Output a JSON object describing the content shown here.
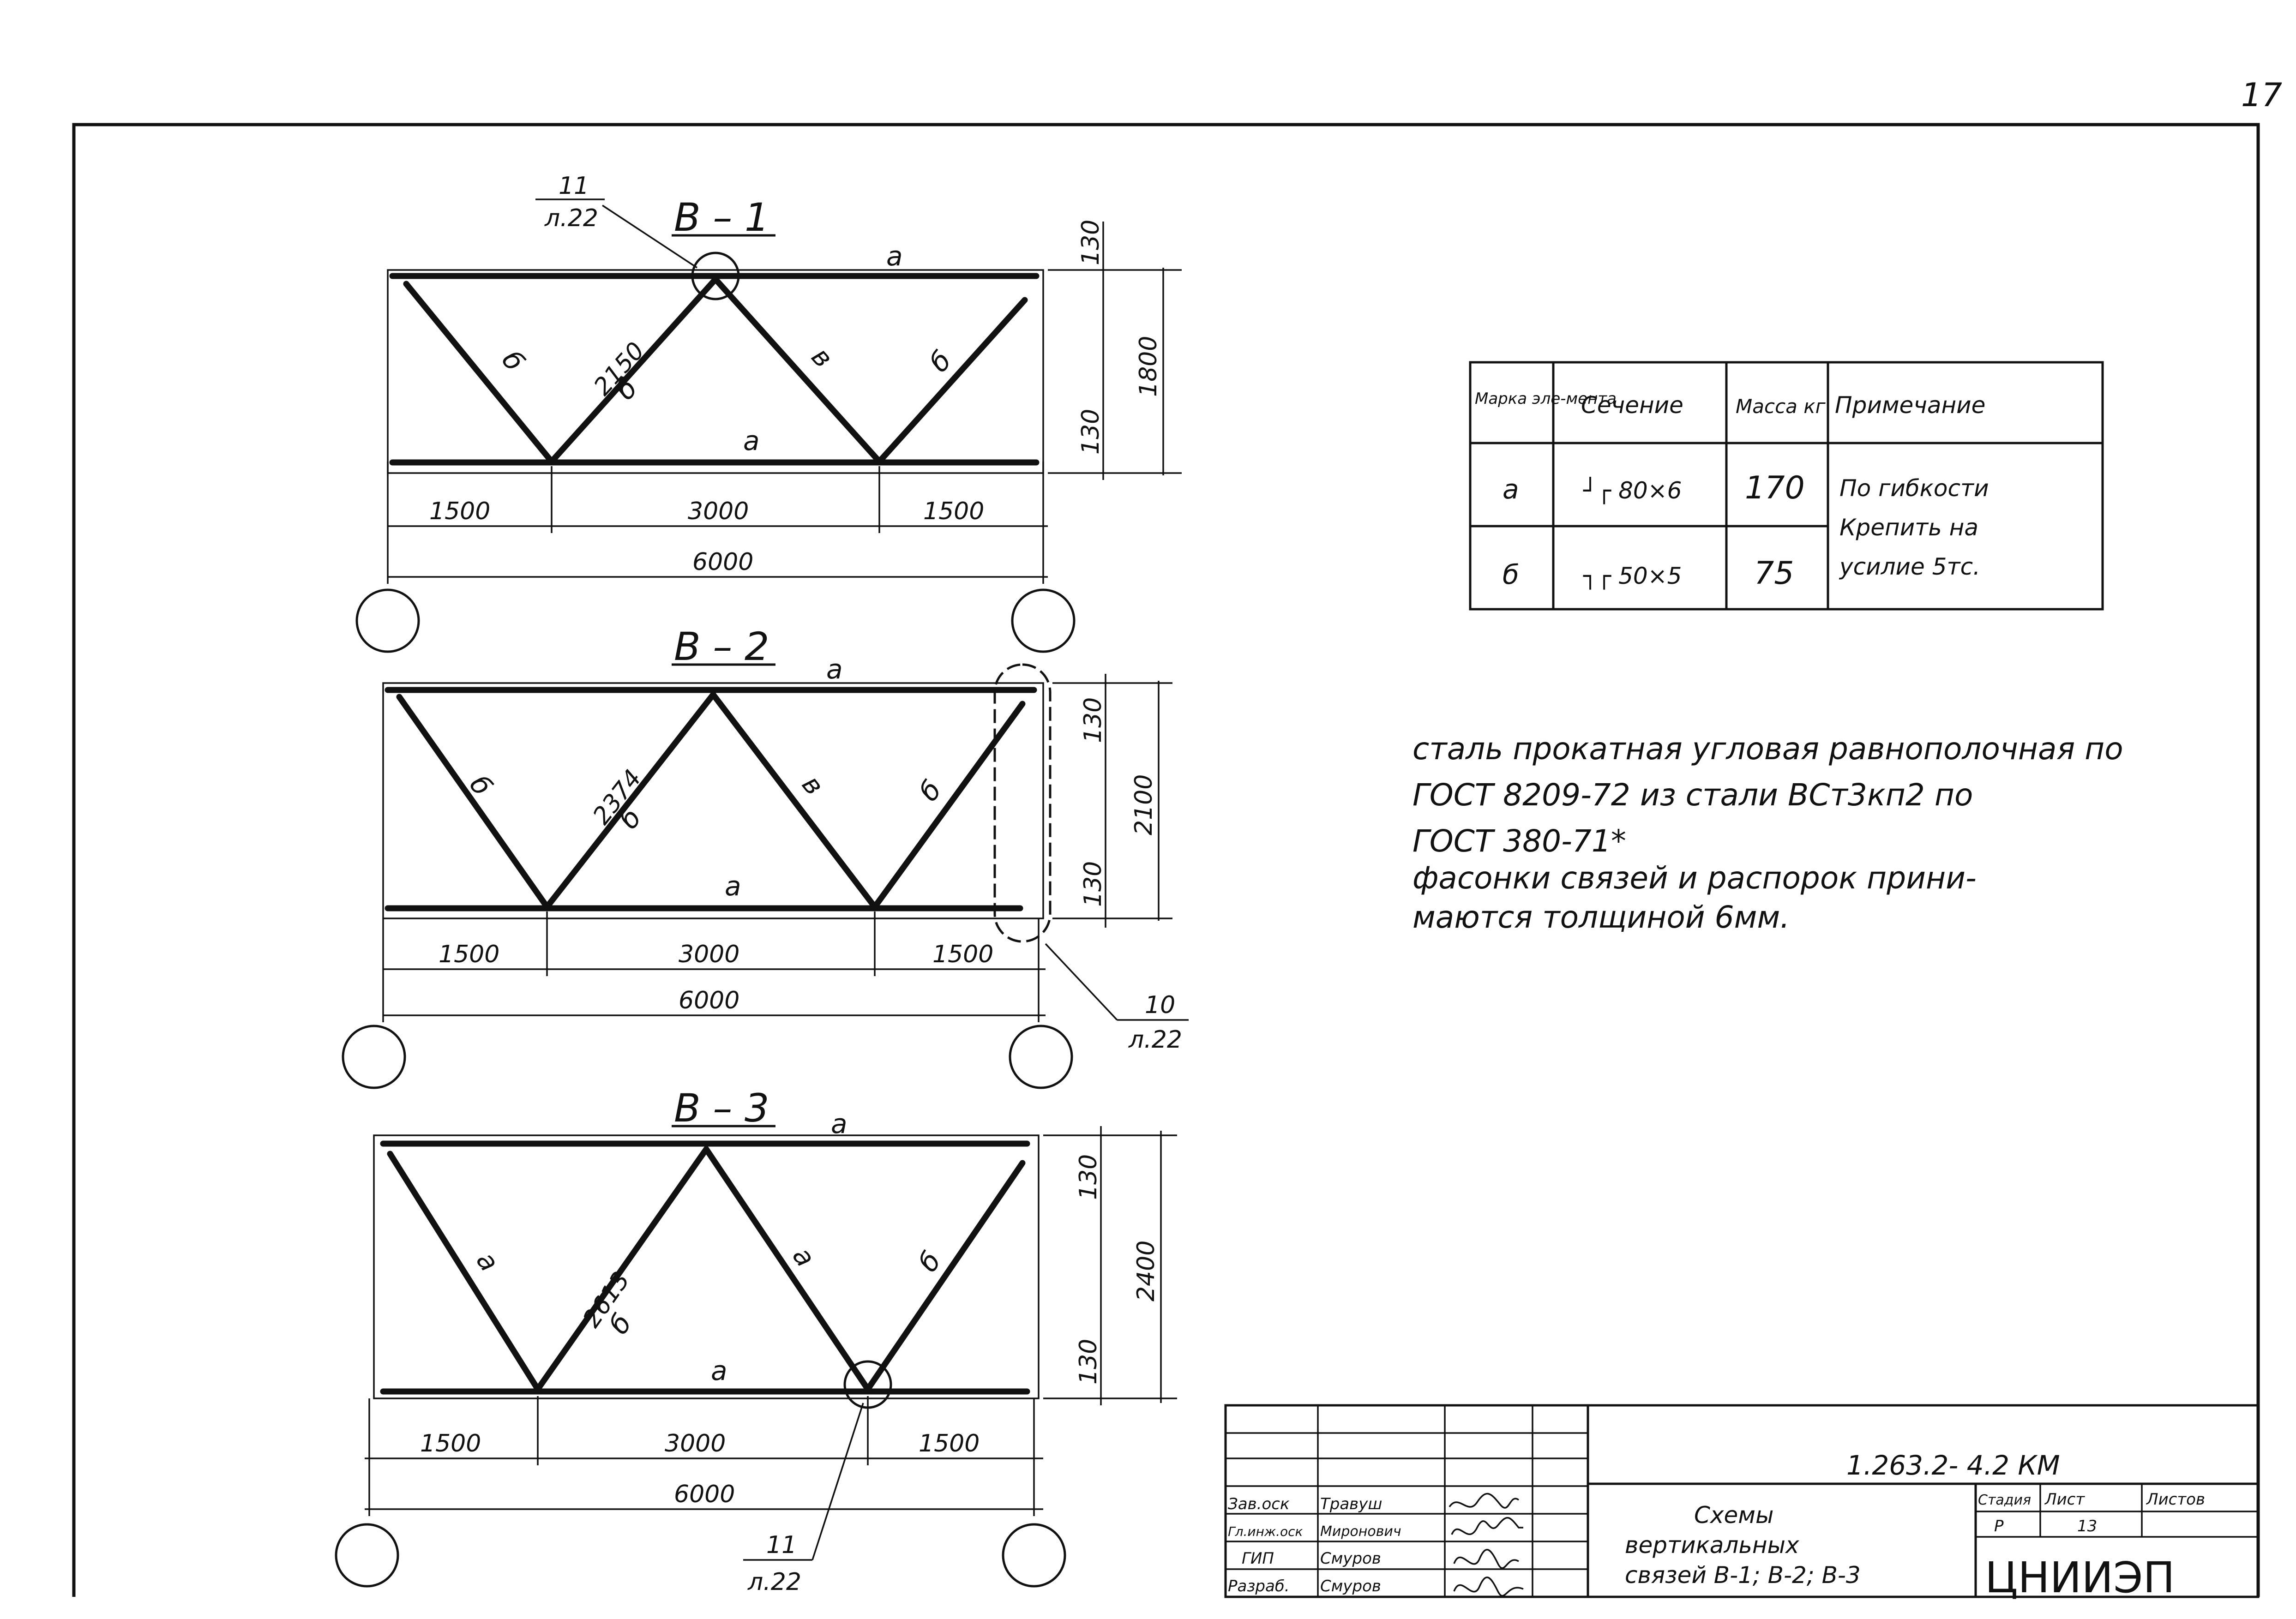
{
  "sheet_number": "17",
  "schemes": [
    {
      "title": "В – 1",
      "top_chord": "а",
      "bottom_chord": "а",
      "diagonals": [
        "б",
        "б",
        "в",
        "б"
      ],
      "diag_length": "2150",
      "spans": [
        "1500",
        "3000",
        "1500"
      ],
      "total": "6000",
      "height": "1800",
      "offset_top": "130",
      "offset_bottom": "130",
      "callout": {
        "num": "11",
        "sheet": "л.22"
      }
    },
    {
      "title": "В – 2",
      "top_chord": "а",
      "bottom_chord": "а",
      "diagonals": [
        "б",
        "б",
        "в",
        "б"
      ],
      "diag_length": "2374",
      "spans": [
        "1500",
        "3000",
        "1500"
      ],
      "total": "6000",
      "height": "2100",
      "offset_top": "130",
      "offset_bottom": "130",
      "callout": {
        "num": "10",
        "sheet": "л.22"
      }
    },
    {
      "title": "В – 3",
      "top_chord": "а",
      "bottom_chord": "а",
      "diagonals": [
        "а",
        "б",
        "а",
        "б"
      ],
      "diag_length": "2613",
      "spans": [
        "1500",
        "3000",
        "1500"
      ],
      "total": "6000",
      "height": "2400",
      "offset_top": "130",
      "offset_bottom": "130",
      "callout": {
        "num": "11",
        "sheet": "л.22"
      }
    }
  ],
  "spec_table": {
    "headers": [
      "Марка эле-мента",
      "Сечение",
      "Масса кг",
      "Примечание"
    ],
    "rows": [
      {
        "mark": "а",
        "section": "┘┌ 80×6",
        "mass": "170"
      },
      {
        "mark": "б",
        "section": "┐┌ 50×5",
        "mass": "75"
      }
    ],
    "note_lines": [
      "По гибкости",
      "Крепить на",
      "усилие 5тс."
    ]
  },
  "notes": [
    "сталь прокатная угловая равнополочная по",
    "ГОСТ 8209-72 из стали ВСт3кп2 по",
    "ГОСТ 380-71*",
    "фасонки связей и распорок прини-",
    "маются толщиной 6мм."
  ],
  "title_block": {
    "code": "1.263.2- 4.2 КМ",
    "roles": [
      {
        "role": "Зав.оск",
        "name": "Травуш"
      },
      {
        "role": "Гл.инж.оск",
        "name": "Миронович"
      },
      {
        "role": "ГИП",
        "name": "Смуров"
      },
      {
        "role": "Разраб.",
        "name": "Смуров"
      }
    ],
    "title_lines": [
      "Схемы",
      "вертикальных",
      "связей В-1; В-2; В-3"
    ],
    "stage_label": "Стадия",
    "sheet_label": "Лист",
    "sheets_label": "Листов",
    "stage": "Р",
    "sheet": "13",
    "organization": "ЦНИИЭП"
  }
}
